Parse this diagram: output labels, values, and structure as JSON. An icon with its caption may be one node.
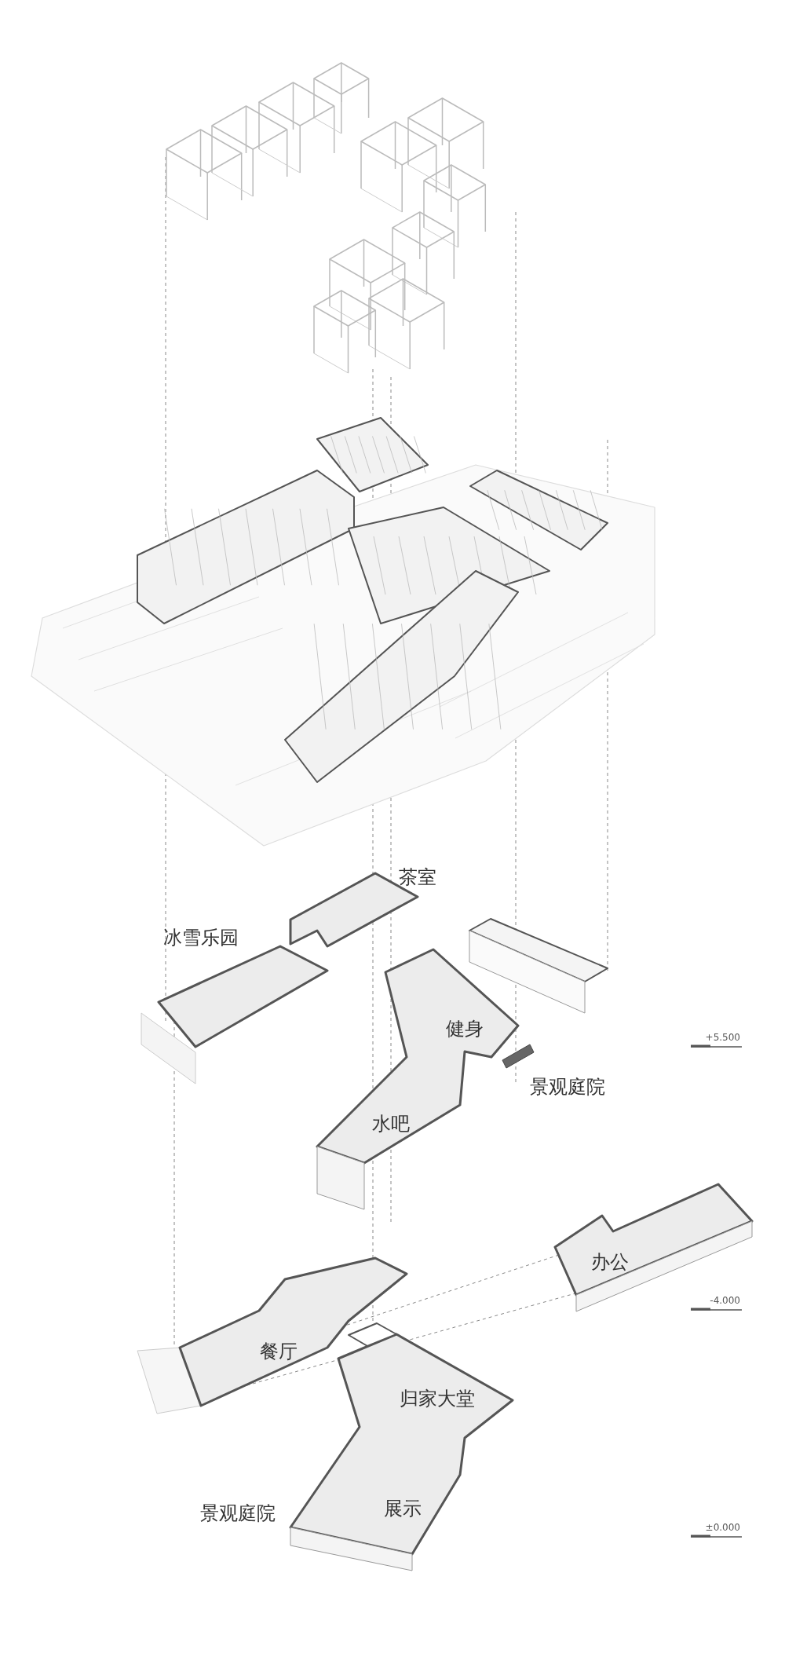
{
  "diagram": {
    "labels": [
      "茶室",
      "冰雪乐园",
      "健身",
      "+5.500",
      "景观庭院",
      "水吧",
      "办公",
      "-4.000",
      "餐厅",
      "归家大堂",
      "景观庭院",
      "展示",
      "±0.000"
    ]
  }
}
